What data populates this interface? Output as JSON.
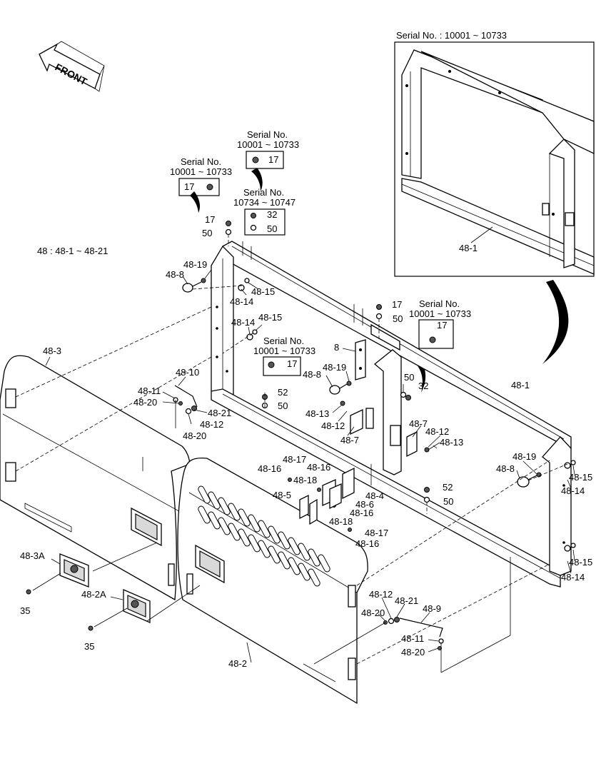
{
  "front_label": "FRONT",
  "inset": {
    "title": "Serial No. : 10001 ~ 10733",
    "part_label": "48-1"
  },
  "group_note": "48 : 48-1 ~ 48-21",
  "serial_boxes": [
    {
      "id": "sb1",
      "title1": "Serial No.",
      "title2": "10001 ~ 10733",
      "parts": [
        "17"
      ]
    },
    {
      "id": "sb2",
      "title1": "Serial No.",
      "title2": "10001 ~ 10733",
      "parts": [
        "17"
      ]
    },
    {
      "id": "sb3",
      "title1": "Serial No.",
      "title2": "10734 ~ 10747",
      "parts": [
        "32",
        "50"
      ]
    },
    {
      "id": "sb4",
      "title1": "Serial No.",
      "title2": "10001 ~ 10733",
      "parts": [
        "17"
      ]
    },
    {
      "id": "sb5",
      "title1": "Serial No.",
      "title2": "10001 ~ 10733",
      "parts": [
        "17"
      ]
    }
  ],
  "labels": [
    "17",
    "50",
    "48-19",
    "48-8",
    "48-15",
    "48-14",
    "48-14",
    "48-15",
    "48-3",
    "48-10",
    "48-11",
    "48-20",
    "48-21",
    "48-12",
    "48-20",
    "52",
    "50",
    "8",
    "48-8",
    "48-19",
    "48-13",
    "48-12",
    "48-7",
    "17",
    "50",
    "50",
    "32",
    "48-1",
    "48-7",
    "48-12",
    "48-13",
    "48-19",
    "48-8",
    "48-15",
    "48-14",
    "48-17",
    "48-16",
    "48-16",
    "48-18",
    "48-5",
    "48-4",
    "48-6",
    "48-16",
    "48-18",
    "48-17",
    "48-16",
    "52",
    "50",
    "48-15",
    "48-14",
    "48-3A",
    "35",
    "48-2A",
    "35",
    "48-2",
    "48-12",
    "48-21",
    "48-9",
    "48-20",
    "48-11",
    "48-20"
  ]
}
